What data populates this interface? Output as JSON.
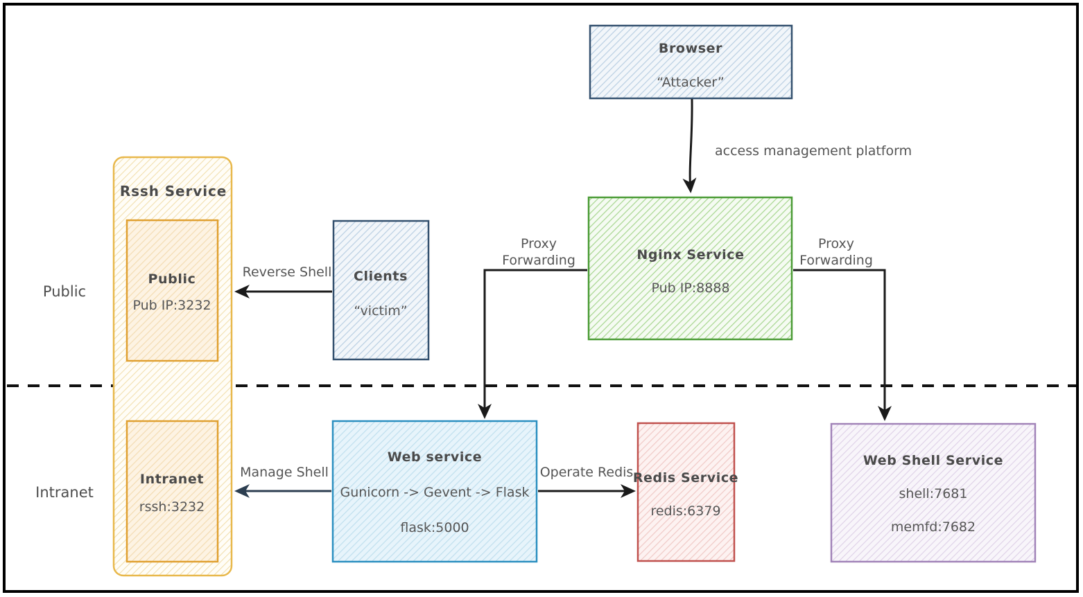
{
  "diagram": {
    "title": "Attack / service architecture diagram",
    "zones": [
      {
        "id": "public",
        "label": "Public"
      },
      {
        "id": "intranet",
        "label": "Intranet"
      }
    ],
    "groups": [
      {
        "id": "rssh-service",
        "label": "Rssh Service",
        "color": "#e8a33d"
      }
    ],
    "nodes": [
      {
        "id": "browser",
        "title": "Browser",
        "sub1": "“Attacker”",
        "sub2": "",
        "sub3": "",
        "color": "#33506e"
      },
      {
        "id": "nginx",
        "title": "Nginx Service",
        "sub1": "Pub IP:8888",
        "sub2": "",
        "sub3": "",
        "color": "#4a9b35"
      },
      {
        "id": "public-rssh",
        "title": "Public",
        "sub1": "Pub IP:3232",
        "sub2": "",
        "sub3": "",
        "color": "#e0a030"
      },
      {
        "id": "intranet-rssh",
        "title": "Intranet",
        "sub1": "rssh:3232",
        "sub2": "",
        "sub3": "",
        "color": "#e0a030"
      },
      {
        "id": "clients",
        "title": "Clients",
        "sub1": "“victim”",
        "sub2": "",
        "sub3": "",
        "color": "#33506e"
      },
      {
        "id": "web-service",
        "title": "Web service",
        "sub1": "Gunicorn -> Gevent -> Flask",
        "sub2": "flask:5000",
        "sub3": "",
        "color": "#2a8fc0"
      },
      {
        "id": "redis-service",
        "title": "Redis Service",
        "sub1": "redis:6379",
        "sub2": "",
        "sub3": "",
        "color": "#c0504d"
      },
      {
        "id": "web-shell-service",
        "title": "Web Shell Service",
        "sub1": "shell:7681",
        "sub2": "memfd:7682",
        "sub3": "",
        "color": "#a183b8"
      }
    ],
    "edges": [
      {
        "id": "browser-to-nginx",
        "from": "browser",
        "to": "nginx",
        "label": "access management platform",
        "label2": ""
      },
      {
        "id": "clients-to-public-rssh",
        "from": "clients",
        "to": "public-rssh",
        "label": "Reverse Shell",
        "label2": ""
      },
      {
        "id": "nginx-to-web-service",
        "from": "nginx",
        "to": "web-service",
        "label": "Proxy",
        "label2": "Forwarding"
      },
      {
        "id": "nginx-to-web-shell",
        "from": "nginx",
        "to": "web-shell-service",
        "label": "Proxy",
        "label2": "Forwarding"
      },
      {
        "id": "web-service-to-intranet-rssh",
        "from": "web-service",
        "to": "intranet-rssh",
        "label": "Manage Shell",
        "label2": ""
      },
      {
        "id": "web-service-to-redis",
        "from": "web-service",
        "to": "redis-service",
        "label": "Operate Redis",
        "label2": ""
      }
    ]
  }
}
